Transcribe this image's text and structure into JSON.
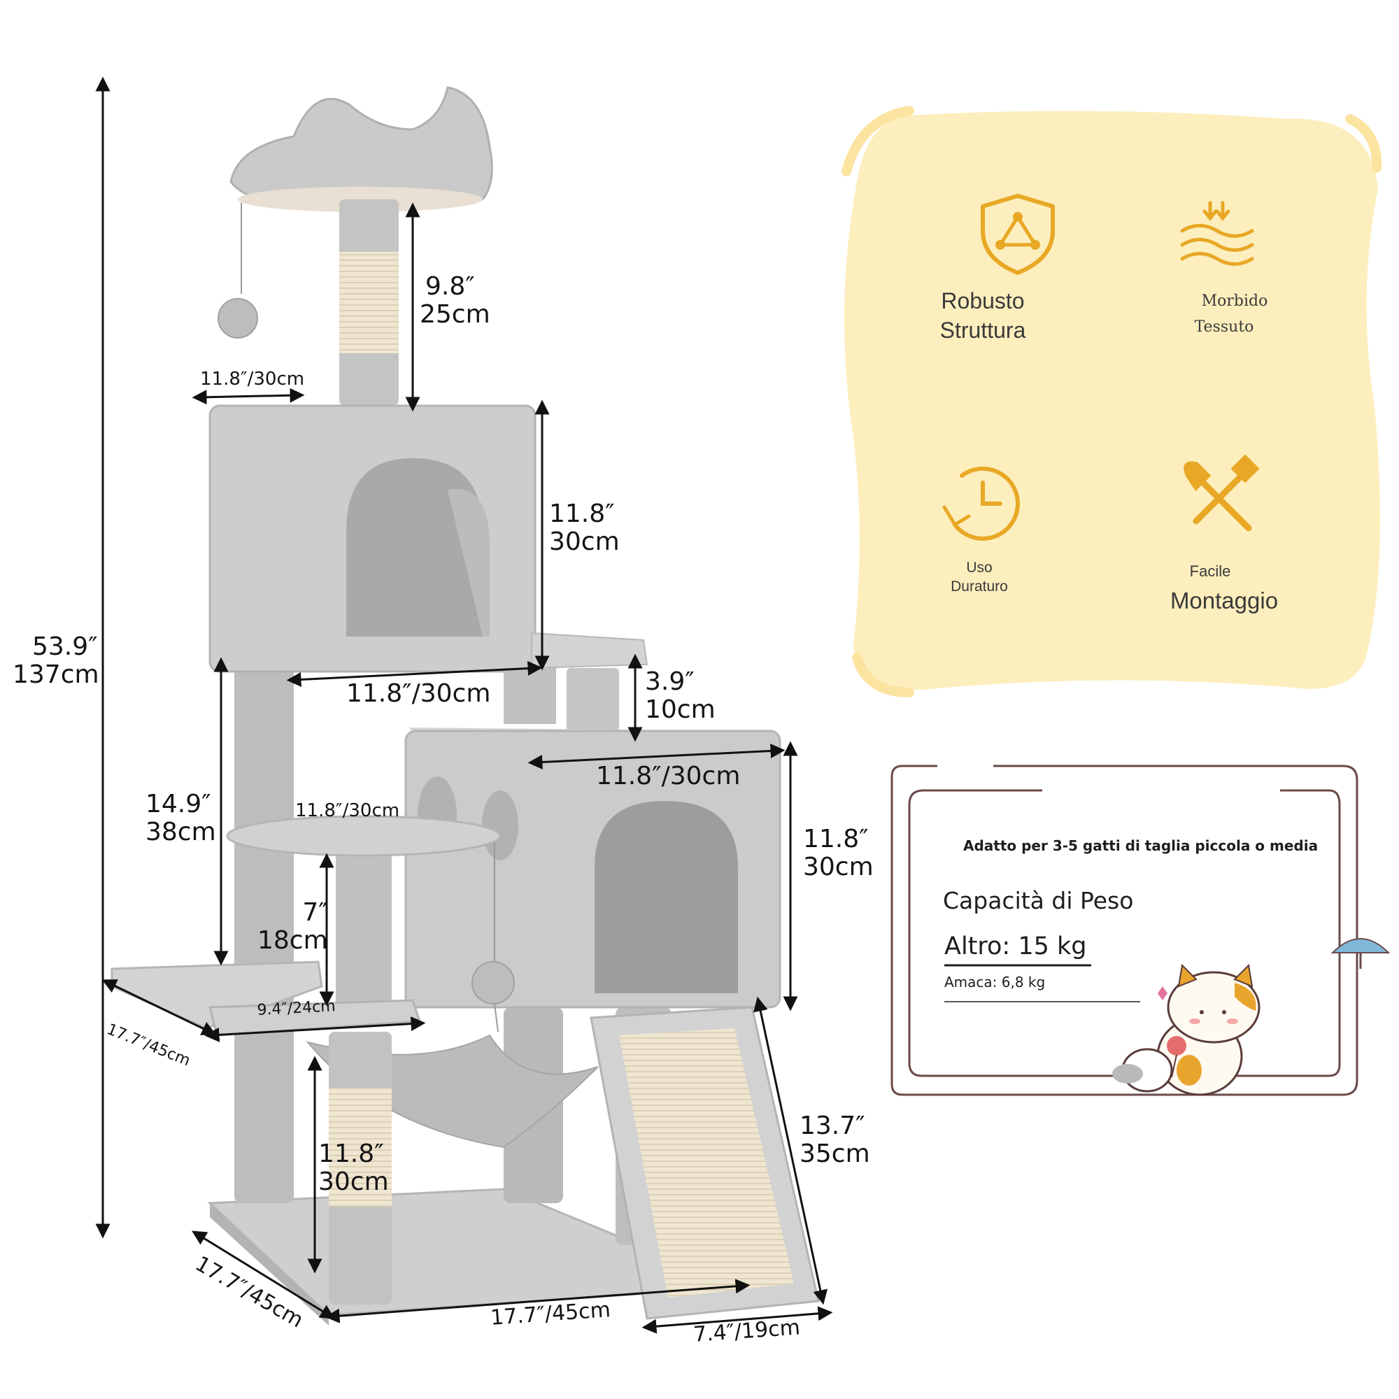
{
  "dimensions": {
    "total_height": {
      "line1": "53.9″",
      "line2": "137cm"
    },
    "top_post": {
      "line1": "9.8″",
      "line2": "25cm"
    },
    "top_condo_width_small": "11.8″/30cm",
    "top_condo_height": {
      "line1": "11.8″",
      "line2": "30cm"
    },
    "top_condo_width": "11.8″/30cm",
    "connector_post": {
      "line1": "3.9″",
      "line2": "10cm"
    },
    "lower_condo_width": "11.8″/30cm",
    "lower_condo_height": {
      "line1": "11.8″",
      "line2": "30cm"
    },
    "side_gap": {
      "line1": "14.9″",
      "line2": "38cm"
    },
    "round_platform": "11.8″/30cm",
    "ball_post": {
      "line1": "7″",
      "line2": "18cm"
    },
    "left_platform_depth": "17.7″/45cm",
    "hammock_platform": "9.4″/24cm",
    "bottom_post": {
      "line1": "11.8″",
      "line2": "30cm"
    },
    "ramp_length": {
      "line1": "13.7″",
      "line2": "35cm"
    },
    "base_depth": "17.7″/45cm",
    "base_width": "17.7″/45cm",
    "ramp_width": "7.4″/19cm"
  },
  "features": [
    {
      "icon": "shield-triangle-icon",
      "line1": "Robusto",
      "line2": "Struttura"
    },
    {
      "icon": "soft-fabric-icon",
      "line1": "Morbido",
      "line2": "Tessuto"
    },
    {
      "icon": "clock-arrow-icon",
      "line1": "Uso",
      "line2": "Duraturo"
    },
    {
      "icon": "wrench-screwdriver-icon",
      "line1": "Facile",
      "line2": "Montaggio"
    }
  ],
  "capacity": {
    "subtitle": "Adatto per 3-5 gatti di taglia piccola o media",
    "title": "Capacità di Peso",
    "main": "Altro: 15 kg",
    "hammock": "Amaca: 6,8 kg"
  },
  "colors": {
    "plush": "#c9c9c9",
    "plush_dark": "#a9a9a9",
    "sisal": "#ece3cf",
    "panel_bg": "#fdeebd",
    "accent": "#e8a825",
    "frame": "#6b4a4a"
  }
}
